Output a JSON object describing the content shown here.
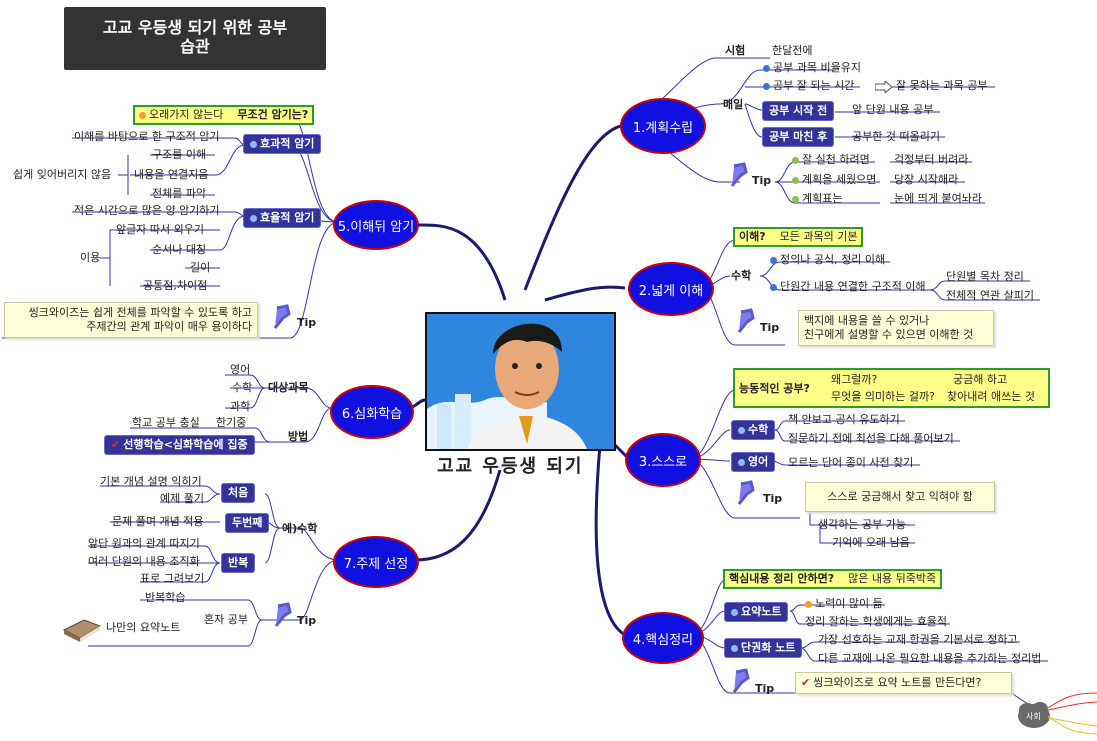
{
  "title": [
    "고교 우등생 되기 위한 공부",
    "습관"
  ],
  "center": {
    "label": "고교 우등생 되기"
  },
  "b1": {
    "label": "1.계획수립",
    "exam": "시험",
    "exam_val": "한달전에",
    "daily": "매일",
    "d1": "공부 과목 비율유지",
    "d2": "공부 잘 되는 시간",
    "d2b": "잘 못하는 과목 공부",
    "d3": "공부 시작 전",
    "d3b": "앞 단원 내용 공부",
    "d4": "공부 마친 후",
    "d4b": "공부한 것 떠올리기",
    "tip": "Tip",
    "t1": "잘 실천 하려면",
    "t1b": "걱정부터 버려라",
    "t2": "계획을 세웠으면",
    "t2b": "당장 시작해라",
    "t3": "계획표는",
    "t3b": "눈에 띄게 붙여놔라"
  },
  "b2": {
    "label": "2.넓게 이해",
    "q": "이해?",
    "q_val": "모든 과목의 기본",
    "math": "수학",
    "m1": "정의나 공식, 정리 이해",
    "m2": "단원간 내용 연결한 구조적 이해",
    "m2a": "단원별 목차 정리",
    "m2b": "전체적 연관 살피기",
    "tip": "Tip",
    "note1": "백지에 내용을 쓸 수 있거나",
    "note2": "친구에게 설명할 수 있으면 이해한 것"
  },
  "b3": {
    "label": "3.스스로",
    "q": "능동적인 공부?",
    "q1": "왜그럴까?",
    "q2": "무엇을 의미하는 걸까?",
    "q3": "궁금해 하고",
    "q4": "찾아내려 애쓰는 것",
    "math": "수학",
    "m1": "책 안보고 공식 유도하기",
    "m2": "질문하기 전에 최선을 다해 풀어보기",
    "eng": "영어",
    "e1": "모르는 단어 종이 사전 찾기",
    "tip": "Tip",
    "note": "스스로 궁금해서 찾고 익혀야 함",
    "n1": "생각하는 공부 가능",
    "n2": "기억에 오래 남음"
  },
  "b4": {
    "label": "4.핵심정리",
    "q": "핵심내용 정리 안하면?",
    "q_val": "많은 내용 뒤죽박죽",
    "p1": "요약노트",
    "p1a": "노력이 많이 듦",
    "p1b": "정리 잘하는 학생에게는 효율적",
    "p2": "단권화 노트",
    "p2a": "가장 선호하는 교재 한권을 기본서로 정하고",
    "p2b": "다른 교재에 나온 필요한 내용을 추가하는 정리법",
    "tip": "Tip",
    "note": "씽크와이즈로 요약 노트를 만든다면?",
    "cloud": "사회"
  },
  "b5": {
    "label": "5.이해뒤 암기",
    "q": "오래가지 않는다",
    "q_val": "무조건 암기는?",
    "p1": "효과적 암기",
    "p1a": "이해를 바탕으로 한 구조적 암기",
    "forget": "쉽게 잊어버리지 않음",
    "f1": "구조를 이해",
    "f2": "내용을 연결지음",
    "f3": "전체를 파악",
    "p2": "효율적 암기",
    "p2a": "적은 시간으로 많은 양 암기하기",
    "use": "이용",
    "u1": "앞글자 따서 외우기",
    "u2": "순서나 대칭",
    "u3": "길이",
    "u4": "공통점,차이점",
    "tip": "Tip",
    "note1": "씽크와이즈는 쉽게 전체를 파악할 수 있도록 하고",
    "note2": "주제간의 관계 파악이 매우 용이하다"
  },
  "b6": {
    "label": "6.심화학습",
    "subj": "대상과목",
    "s1": "영어",
    "s2": "수학",
    "s3": "과학",
    "method": "방법",
    "m1": "학교 공부 충실",
    "m1b": "한기중",
    "m2": "선행학습<심화학습에 집중"
  },
  "b7": {
    "label": "7.주제 선정",
    "ex": "예)수학",
    "p1": "처음",
    "p1a": "기본 개념 설명 익히기",
    "p1b": "예제 풀기",
    "p2": "두번째",
    "p2a": "문제 풀며 개념 적용",
    "p3": "반복",
    "p3a": "앞단 원과의 관계 따지기",
    "p3b": "여러 단원의 내용 조직화",
    "p3c": "표로 그려보기",
    "tip": "Tip",
    "solo": "혼자 공부",
    "sr": "반복학습",
    "book": "나만의 요약노트"
  },
  "colors": {
    "branch_fill": "#1010e0",
    "branch_border": "#cc0000",
    "pill": "#333399",
    "line": "#1a1a6e",
    "green": "#2a9d2a"
  }
}
